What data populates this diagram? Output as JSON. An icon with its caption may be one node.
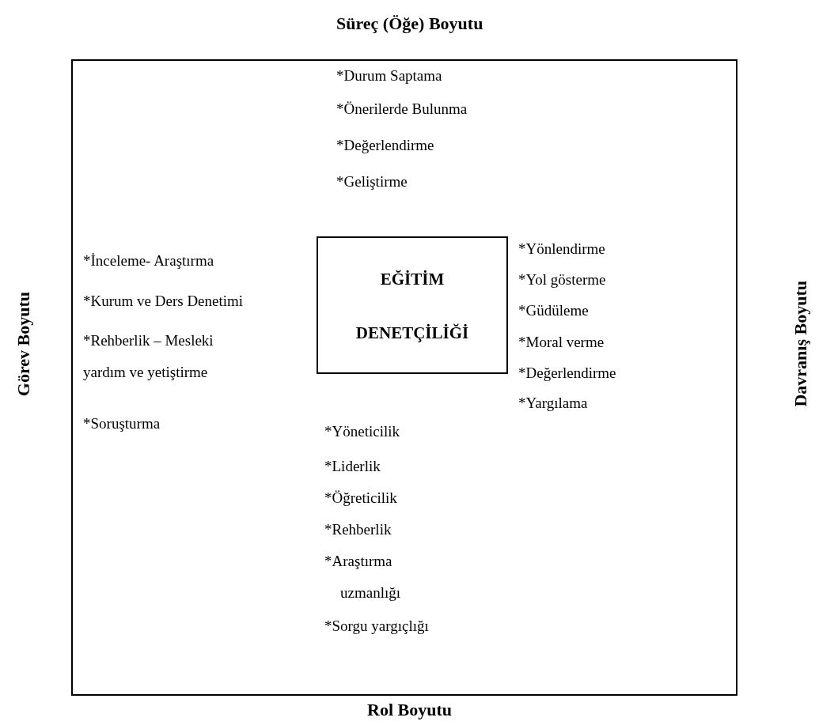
{
  "diagram": {
    "nodes": [
      {
        "text": [],
        "shape": "box"
      },
      {
        "text": [
          "EĞİTİM DENETÇİLİĞİ"
        ],
        "in": 0
      }
    ],
    "edges": [],
    "labels": [
      "Süreç (Öğe) Boyutu",
      "*Durum Saptama",
      "*Önerilerde Bulunma",
      "*Değerlendirme",
      "*Geliştirme",
      "*İnceleme- Araştırma",
      "*Kurum ve Ders Denetimi",
      "*Rehberlik – Mesleki yardım ve yetiştirme",
      "*Soruşturma",
      "*Yönlendirme",
      "*Yol gösterme",
      "*Güdüleme",
      "*Moral verme",
      "*Değerlendirme",
      "*Yargılama",
      "Görev Boyutu",
      "Davranış Boyutu",
      "*Yöneticilik",
      "*Liderlik",
      "*Öğreticilik",
      "*Rehberlik",
      "*Araştırma uzmanlığı",
      "*Sorgu yargıçlığı",
      "Rol Boyutu"
    ]
  }
}
